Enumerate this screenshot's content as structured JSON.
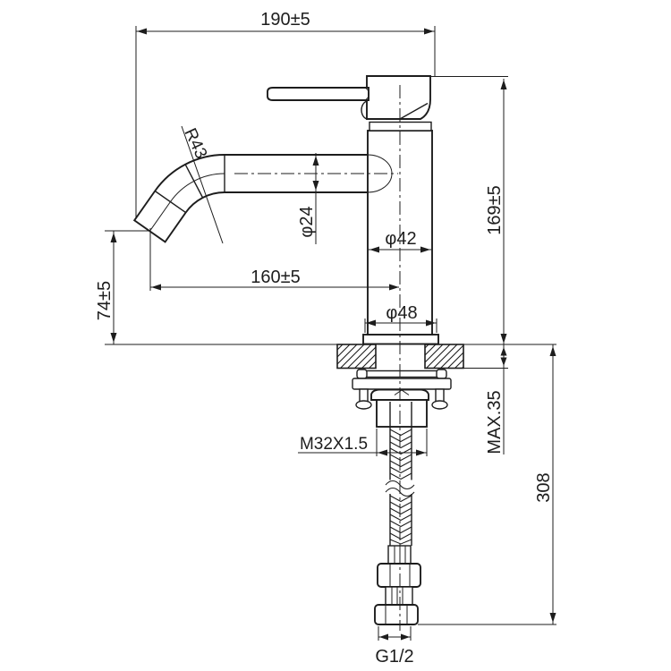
{
  "meta": {
    "type": "technical-drawing",
    "subject": "single-lever basin mixer faucet, dimensioned side elevation with mounting deck and supply hose"
  },
  "style": {
    "ink": "#1d1d1d",
    "background": "#ffffff"
  },
  "dimensions": {
    "top_width": "190±5",
    "body_height": "169±5",
    "spout_reach": "160±5",
    "spout_outlet_height": "74±5",
    "spout_bend_radius": "R43",
    "spout_tube_diameter": "φ24",
    "body_diameter": "φ42",
    "base_diameter": "φ48",
    "max_deck_thickness": "MAX.35",
    "shank_thread": "M32X1.5",
    "hose_length": "308",
    "hose_connector_thread": "G1/2"
  }
}
